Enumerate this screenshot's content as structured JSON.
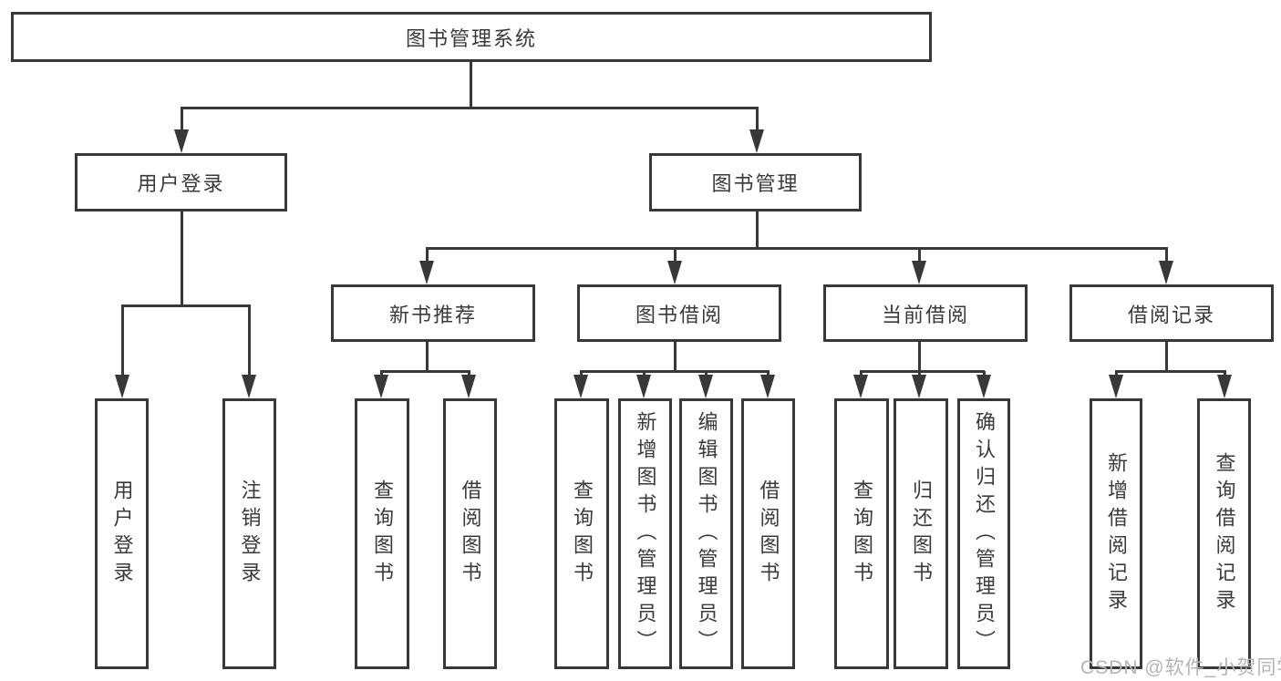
{
  "diagram": {
    "root_label": "图书管理系统",
    "user_branch": {
      "label": "用户登录",
      "leaves": [
        "用户登录",
        "注销登录"
      ]
    },
    "book_branch": {
      "label": "图书管理",
      "sections": [
        {
          "label": "新书推荐",
          "leaves": [
            "查询图书",
            "借阅图书"
          ]
        },
        {
          "label": "图书借阅",
          "leaves": [
            "查询图书",
            "新增图书（管理员）",
            "编辑图书（管理员）",
            "借阅图书"
          ]
        },
        {
          "label": "当前借阅",
          "leaves": [
            "查询图书",
            "归还图书",
            "确认归还（管理员）"
          ]
        },
        {
          "label": "借阅记录",
          "leaves": [
            "新增借阅记录",
            "查询借阅记录"
          ]
        }
      ]
    }
  },
  "watermark": "CSDN @软件_小贺同学",
  "colors": {
    "line": "#383838",
    "text": "#3a3a3a",
    "watermark": "#b4b4b4",
    "background": "#ffffff"
  }
}
